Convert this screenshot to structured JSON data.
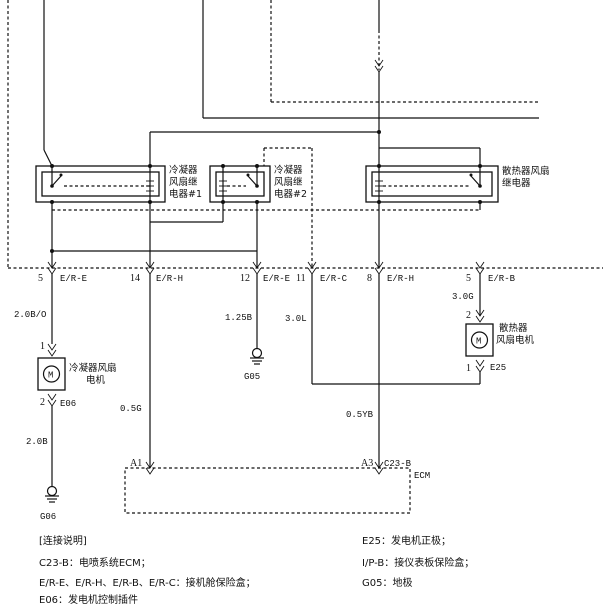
{
  "relays": {
    "condenser_1": [
      "冷凝器",
      "风扇继",
      "电器#1"
    ],
    "condenser_2": [
      "冷凝器",
      "风扇继",
      "电器#2"
    ],
    "radiator": [
      "散热器风扇",
      "继电器"
    ]
  },
  "connectors": {
    "p5_left": "5",
    "p5_left_code": "E/R-E",
    "p14": "14",
    "p14_code": "E/R-H",
    "p12": "12",
    "p12_code": "E/R-E",
    "p11": "11",
    "p11_code": "E/R-C",
    "p8": "8",
    "p8_code": "E/R-H",
    "p5_right": "5",
    "p5_right_code": "E/R-B"
  },
  "wires": {
    "w_20bo": "2.0B/O",
    "w_125b": "1.25B",
    "w_30l": "3.0L",
    "w_30g": "3.0G",
    "w_05g": "0.5G",
    "w_05yb": "0.5YB",
    "w_20b": "2.0B"
  },
  "motors": {
    "condenser": {
      "label": [
        "冷凝器风扇",
        "电机"
      ],
      "symbol": "M",
      "pin_top": "1",
      "pin_bottom": "2",
      "code": "E06"
    },
    "radiator": {
      "label": [
        "散热器",
        "风扇电机"
      ],
      "symbol": "M",
      "pin_top": "2",
      "pin_bottom": "1",
      "code": "E25"
    }
  },
  "grounds": {
    "g05": "G05",
    "g06": "G06"
  },
  "ecm": {
    "name": "ECM",
    "pin_a1": "A1",
    "pin_a3": "A3",
    "connector": "C23-B"
  },
  "legend": {
    "title": "[连接说明]",
    "items_left": [
      "C23-B：电喷系统ECM；",
      "E/R-E、E/R-H、E/R-B、E/R-C：接机舱保险盒；",
      "E06：发电机控制插件"
    ],
    "items_right": [
      "E25：发电机正极；",
      "I/P-B：接仪表板保险盒；",
      "G05：地极"
    ]
  }
}
